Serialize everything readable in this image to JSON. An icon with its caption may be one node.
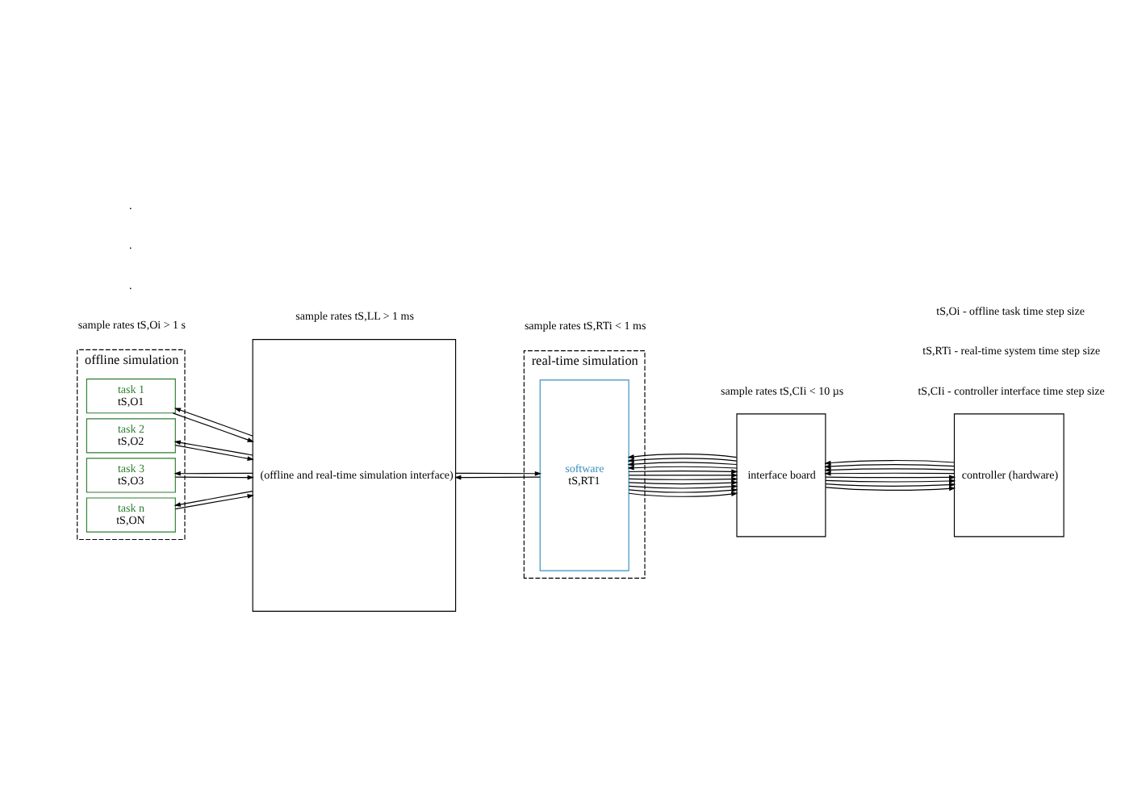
{
  "diagram": {
    "nodes": [
      {
        "text": [
          "offline simulation"
        ]
      },
      {
        "text": [
          "task 1",
          "tS,O1"
        ],
        "in": 0
      },
      {
        "text": [
          "task 2",
          "tS,O2"
        ],
        "in": 0
      },
      {
        "text": [
          "task 3",
          "tS,O3"
        ],
        "in": 0
      },
      {
        "text": [
          "task n",
          "tS,ON"
        ],
        "in": 0
      },
      {
        "text": [
          "(offline and real-time simulation interface)"
        ]
      },
      {
        "text": [
          "real-time simulation"
        ]
      },
      {
        "text": [
          "software",
          "tS,RT1"
        ],
        "in": 6
      },
      {
        "text": [
          "interface board"
        ]
      },
      {
        "text": [
          "controller (hardware)"
        ]
      }
    ],
    "edges": [
      {
        "from": 1,
        "to": 5,
        "arrow": "to"
      },
      {
        "from": 5,
        "to": 1,
        "arrow": "to"
      },
      {
        "from": 2,
        "to": 5,
        "arrow": "to"
      },
      {
        "from": 5,
        "to": 2,
        "arrow": "to"
      },
      {
        "from": 3,
        "to": 5,
        "arrow": "to"
      },
      {
        "from": 5,
        "to": 3,
        "arrow": "to"
      },
      {
        "from": 4,
        "to": 5,
        "arrow": "to"
      },
      {
        "from": 5,
        "to": 4,
        "arrow": "to"
      },
      {
        "from": 5,
        "to": 7,
        "arrow": "to"
      },
      {
        "from": 7,
        "to": 5,
        "arrow": "to"
      },
      {
        "from": 7,
        "to": 8,
        "arrow": "to"
      },
      {
        "from": 7,
        "to": 8,
        "arrow": "to"
      },
      {
        "from": 7,
        "to": 8,
        "arrow": "to"
      },
      {
        "from": 7,
        "to": 8,
        "arrow": "to"
      },
      {
        "from": 7,
        "to": 8,
        "arrow": "to"
      },
      {
        "from": 7,
        "to": 8,
        "arrow": "to"
      },
      {
        "from": 7,
        "to": 8,
        "arrow": "to"
      },
      {
        "from": 8,
        "to": 7,
        "arrow": "to"
      },
      {
        "from": 8,
        "to": 7,
        "arrow": "to"
      },
      {
        "from": 8,
        "to": 7,
        "arrow": "to"
      },
      {
        "from": 8,
        "to": 7,
        "arrow": "to"
      },
      {
        "from": 8,
        "to": 9,
        "arrow": "to"
      },
      {
        "from": 8,
        "to": 9,
        "arrow": "to"
      },
      {
        "from": 8,
        "to": 9,
        "arrow": "to"
      },
      {
        "from": 8,
        "to": 9,
        "arrow": "to"
      },
      {
        "from": 9,
        "to": 8,
        "arrow": "to"
      },
      {
        "from": 9,
        "to": 8,
        "arrow": "to"
      },
      {
        "from": 9,
        "to": 8,
        "arrow": "to"
      },
      {
        "from": 9,
        "to": 8,
        "arrow": "to"
      }
    ],
    "labels": [
      "sample rates tS,Oi > 1 s",
      "sample rates tS,LL > 1 ms",
      "sample rates tS,RTi < 1 ms",
      "sample rates tS,CIi < 10 µs",
      ".",
      ".",
      ".",
      "tS,Oi - offline task time step size",
      "tS,RTi - real-time system time step size",
      "tS,CIi - controller interface time step size"
    ]
  }
}
